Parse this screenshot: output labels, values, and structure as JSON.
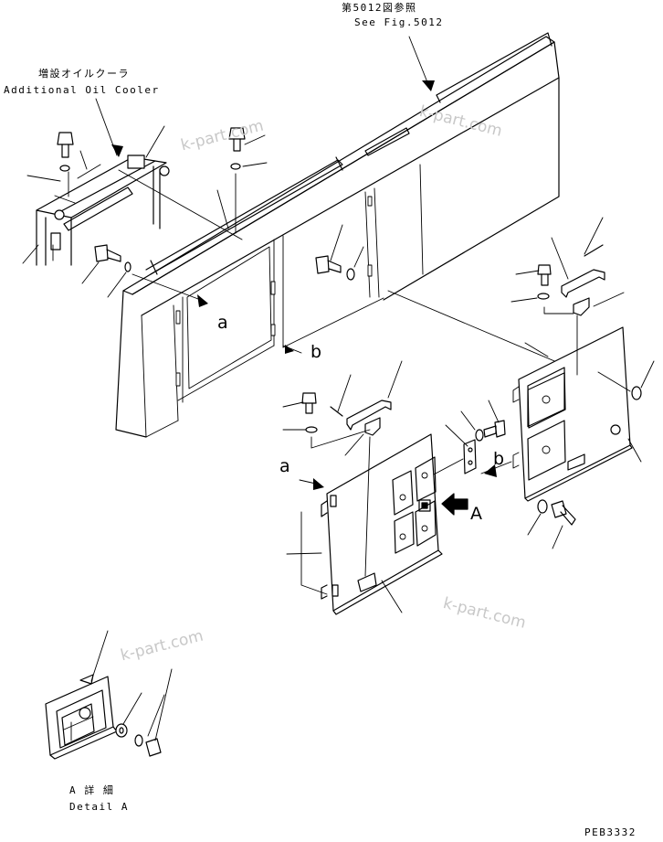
{
  "labels": {
    "ref_jp": "第5012図参照",
    "ref_en": "See Fig.5012",
    "cooler_jp": "増設オイルクーラ",
    "cooler_en": "Additional Oil Cooler",
    "detail_jp": "A 詳 細",
    "detail_en": "Detail A",
    "drawing_no": "PEB3332"
  },
  "callouts": {
    "a_top": "a",
    "b_top": "b",
    "a_door": "a",
    "b_door": "b",
    "A_view": "A"
  },
  "watermarks": [
    "k-part.com",
    "k-part.com",
    "k-part.com",
    "k-part.com"
  ]
}
